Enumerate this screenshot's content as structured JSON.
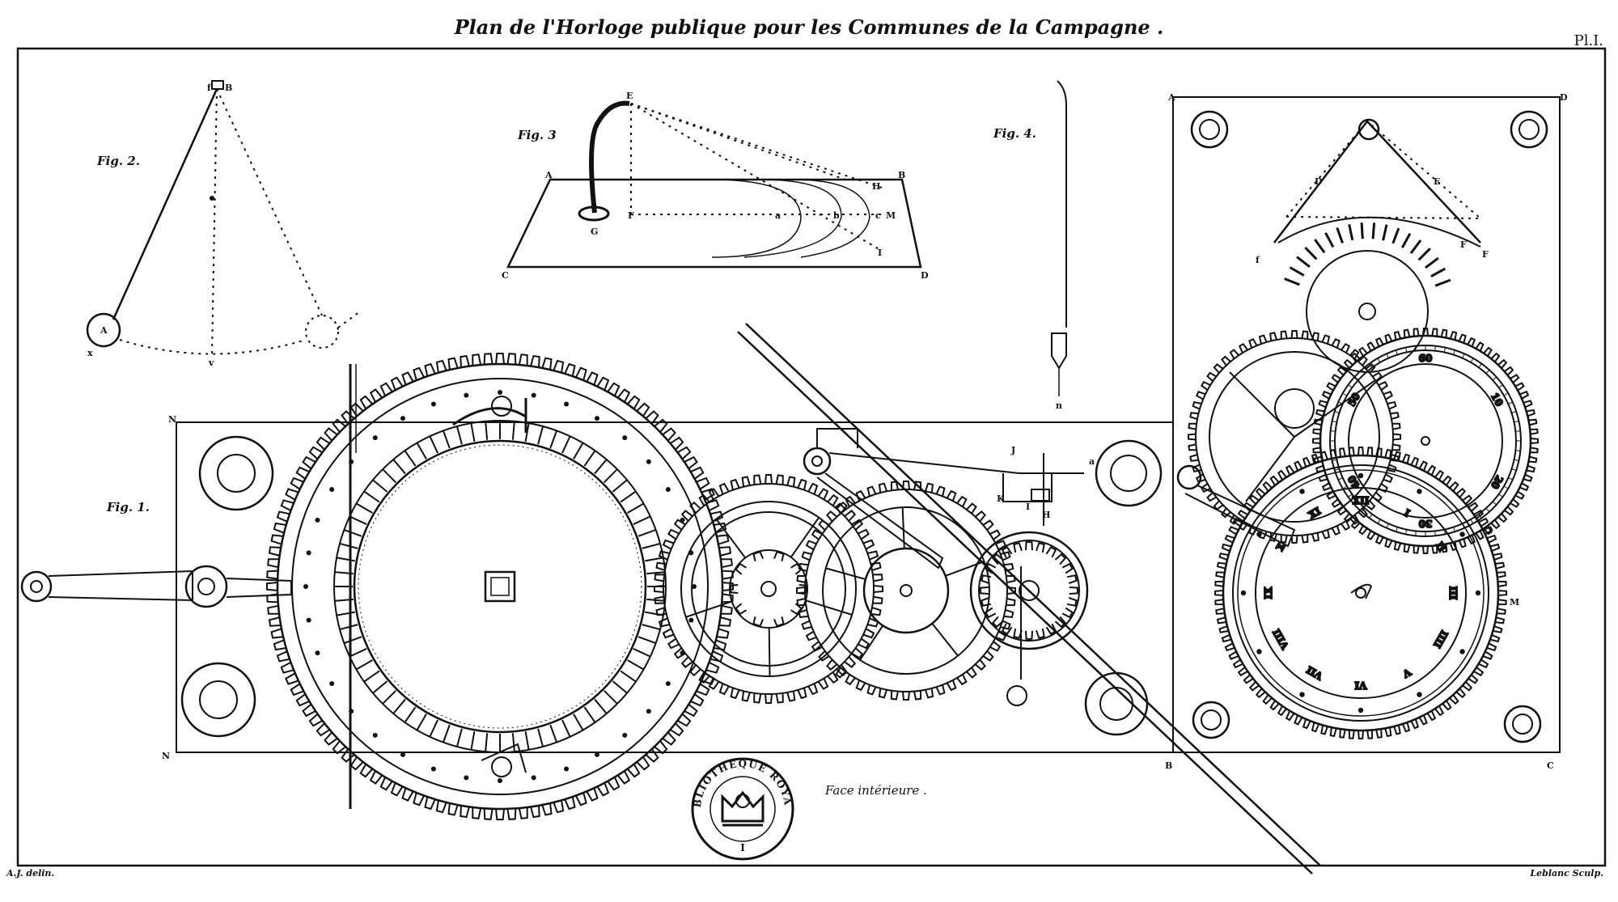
{
  "title": "Plan de l'Horloge publique pour les Communes de la Campagne .",
  "plate_number": "Pl.I.",
  "figures": {
    "fig1": "Fig. 1.",
    "fig2": "Fig. 2.",
    "fig3": "Fig. 3",
    "fig4": "Fig. 4."
  },
  "caption": "Face intérieure .",
  "credits": {
    "left": "A.J. delin.",
    "right": "Leblanc Sculp."
  },
  "stamp": {
    "top_text": "BIBLIOTHÈQUE ROYALE",
    "bottom_text": "I"
  },
  "dial_hours": [
    "XII",
    "I",
    "II",
    "III",
    "IIII",
    "V",
    "VI",
    "VII",
    "VIII",
    "IX",
    "X",
    "XI"
  ],
  "dial_minutes": [
    "60",
    "10",
    "20",
    "30",
    "40",
    "50"
  ],
  "letters": {
    "fig1": [
      "N",
      "N",
      "A",
      "B",
      "C",
      "D",
      "M",
      "H",
      "J",
      "K",
      "I",
      "a",
      "f",
      "F",
      "F",
      "D",
      "E",
      "E"
    ],
    "fig2": [
      "f",
      "B",
      "A",
      "x",
      "v"
    ],
    "fig3": [
      "E",
      "A",
      "B",
      "C",
      "D",
      "G",
      "F",
      "H",
      "I",
      "M",
      "a",
      "b",
      "c"
    ],
    "fig4": [
      "n"
    ]
  },
  "colors": {
    "ink": "#111111",
    "paper": "#ffffff"
  }
}
